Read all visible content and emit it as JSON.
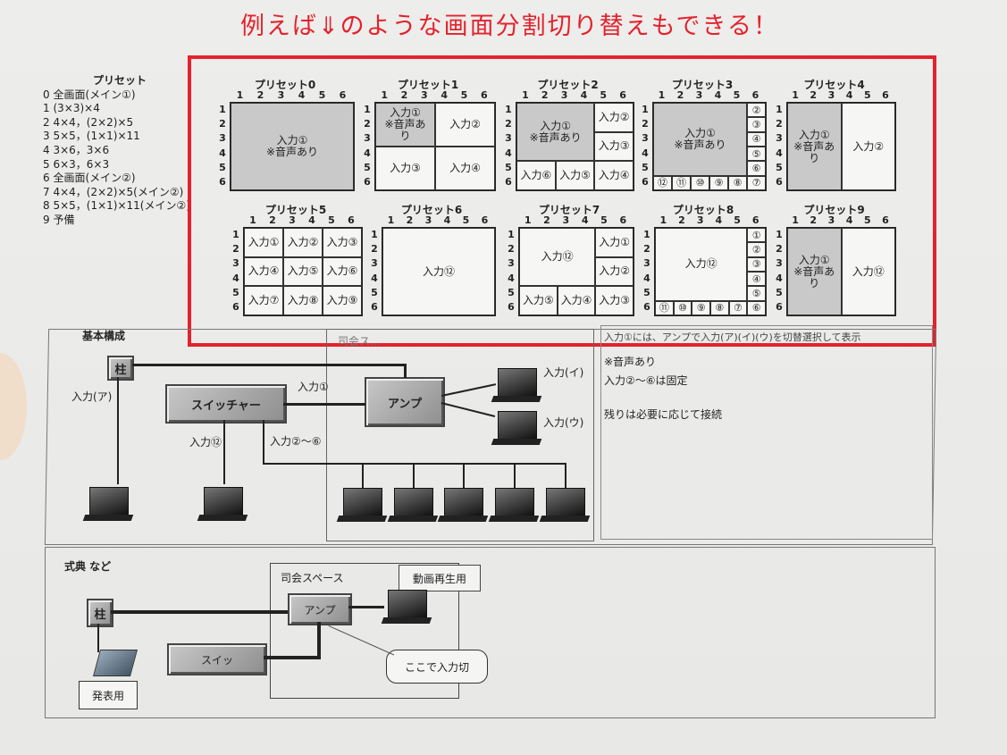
{
  "headline": "例えば⇓のような画面分割切り替えもできる！",
  "preset_list": {
    "title": "プリセット",
    "items": [
      "0 全画面(メイン①)",
      "1 (3×3)×4",
      "2 4×4，(2×2)×5",
      "3 5×5，(1×1)×11",
      "4 3×6，3×6",
      "5 6×3，6×3",
      "6 全画面(メイン②)",
      "7 4×4，(2×2)×5(メイン②)",
      "8 5×5，(1×1)×11(メイン②)",
      "9 予備"
    ]
  },
  "grid": {
    "cols": [
      "1",
      "2",
      "3",
      "4",
      "5",
      "6"
    ],
    "rows": [
      "1",
      "2",
      "3",
      "4",
      "5",
      "6"
    ]
  },
  "presets": [
    {
      "title": "プリセット0",
      "cells": [
        "入力①\n※音声あり"
      ]
    },
    {
      "title": "プリセット1",
      "cells": [
        "入力①\n※音声あ\nり",
        "入力②",
        "入力③",
        "入力④"
      ]
    },
    {
      "title": "プリセット2",
      "cells": [
        "入力①\n※音声あり",
        "入力②",
        "入力③",
        "入力⑥",
        "入力⑤",
        "入力④"
      ]
    },
    {
      "title": "プリセット3",
      "cells": [
        "入力①\n※音声あり",
        "②",
        "③",
        "④",
        "⑤",
        "⑥",
        "⑦",
        "⑧",
        "⑨",
        "⑩",
        "⑪",
        "⑫"
      ]
    },
    {
      "title": "プリセット4",
      "cells": [
        "入力①\n※音声あ\nり",
        "入力②"
      ]
    },
    {
      "title": "プリセット5",
      "cells": [
        "入力①",
        "入力②",
        "入力③",
        "入力④",
        "入力⑤",
        "入力⑥",
        "入力⑦",
        "入力⑧",
        "入力⑨"
      ]
    },
    {
      "title": "プリセット6",
      "cells": [
        "入力⑫"
      ]
    },
    {
      "title": "プリセット7",
      "cells": [
        "入力⑫",
        "入力①",
        "入力②",
        "入力⑤",
        "入力④",
        "入力③"
      ]
    },
    {
      "title": "プリセット8",
      "cells": [
        "入力⑫",
        "①",
        "②",
        "③",
        "④",
        "⑤",
        "⑥",
        "⑦",
        "⑧",
        "⑨",
        "⑩",
        "⑪"
      ]
    },
    {
      "title": "プリセット9",
      "cells": [
        "入力①\n※音声あ\nり",
        "入力⑫"
      ]
    }
  ],
  "basic": {
    "title": "基本構成",
    "pillar": "柱",
    "switcher": "スイッチャー",
    "amp": "アンプ",
    "labels": {
      "in_a": "入力(ア)",
      "in_1": "入力①",
      "in_12": "入力⑫",
      "in_2_6": "入力②～⑥",
      "in_i": "入力(イ)",
      "in_u": "入力(ウ)",
      "moderator_partial": "司会ス…"
    },
    "notes": [
      "入力①には、アンプで入力(ア)(イ)(ウ)を切替選択して表示",
      "※音声あり",
      "入力②～⑥は固定",
      "残りは必要に応じて接続"
    ]
  },
  "ceremony": {
    "title": "式典 など",
    "pillar": "柱",
    "moderator_space": "司会スペース",
    "amp": "アンプ",
    "video": "動画再生用",
    "switcher": "スイッ",
    "callout": "ここで入力切",
    "presenter": "発表用"
  }
}
